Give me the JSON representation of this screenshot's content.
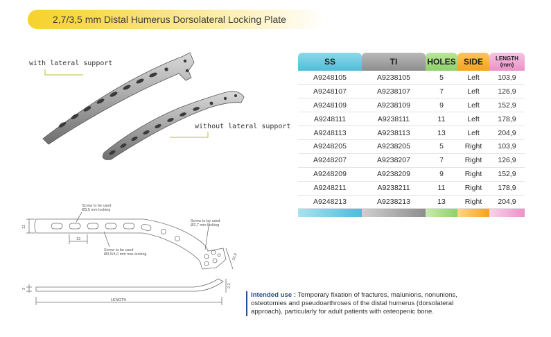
{
  "title": "2,7/3,5 mm Distal Humerus Dorsolateral Locking Plate",
  "illustrations": {
    "with_lateral_label": "with lateral support",
    "without_lateral_label": "without lateral support"
  },
  "drawing": {
    "screw_label_top_line1": "Screw to be used",
    "screw_label_top_line2": "Ø3,5 mm locking",
    "screw_label_right_line1": "Screw to be used",
    "screw_label_right_line2": "Ø2,7 mm locking",
    "screw_label_mid_line1": "Screw to be used",
    "screw_label_mid_line2": "Ø3,5/4,0 mm non-locking",
    "dim_width": "11",
    "dim_pitch": "13",
    "dim_end": "22,8",
    "dim_thick": "3",
    "dim_thick_end": "2,2",
    "dim_length": "LENGTH"
  },
  "table": {
    "headers": {
      "ss": "SS",
      "ti": "TI",
      "holes": "HOLES",
      "side": "SIDE",
      "length_line1": "LENGTH",
      "length_line2": "(mm)"
    },
    "rows": [
      {
        "ss": "A9248105",
        "ti": "A9238105",
        "holes": "5",
        "side": "Left",
        "length": "103,9"
      },
      {
        "ss": "A9248107",
        "ti": "A9238107",
        "holes": "7",
        "side": "Left",
        "length": "126,9"
      },
      {
        "ss": "A9248109",
        "ti": "A9238109",
        "holes": "9",
        "side": "Left",
        "length": "152,9"
      },
      {
        "ss": "A9248111",
        "ti": "A9238111",
        "holes": "11",
        "side": "Left",
        "length": "178,9"
      },
      {
        "ss": "A9248113",
        "ti": "A9238113",
        "holes": "13",
        "side": "Left",
        "length": "204,9"
      },
      {
        "ss": "A9248205",
        "ti": "A9238205",
        "holes": "5",
        "side": "Right",
        "length": "103,9"
      },
      {
        "ss": "A9248207",
        "ti": "A9238207",
        "holes": "7",
        "side": "Right",
        "length": "126,9"
      },
      {
        "ss": "A9248209",
        "ti": "A9238209",
        "holes": "9",
        "side": "Right",
        "length": "152,9"
      },
      {
        "ss": "A9248211",
        "ti": "A9238211",
        "holes": "11",
        "side": "Right",
        "length": "178,9"
      },
      {
        "ss": "A9248213",
        "ti": "A9238213",
        "holes": "13",
        "side": "Right",
        "length": "204,9"
      }
    ]
  },
  "intended_use": {
    "lead": "Intended use :",
    "text": "Temporary fixation of fractures, malunions, nonunions, osteotomies and pseudoarthroses of the distal humerus (dorsolateral approach), particularly for adult patients with osteopenic bone."
  }
}
